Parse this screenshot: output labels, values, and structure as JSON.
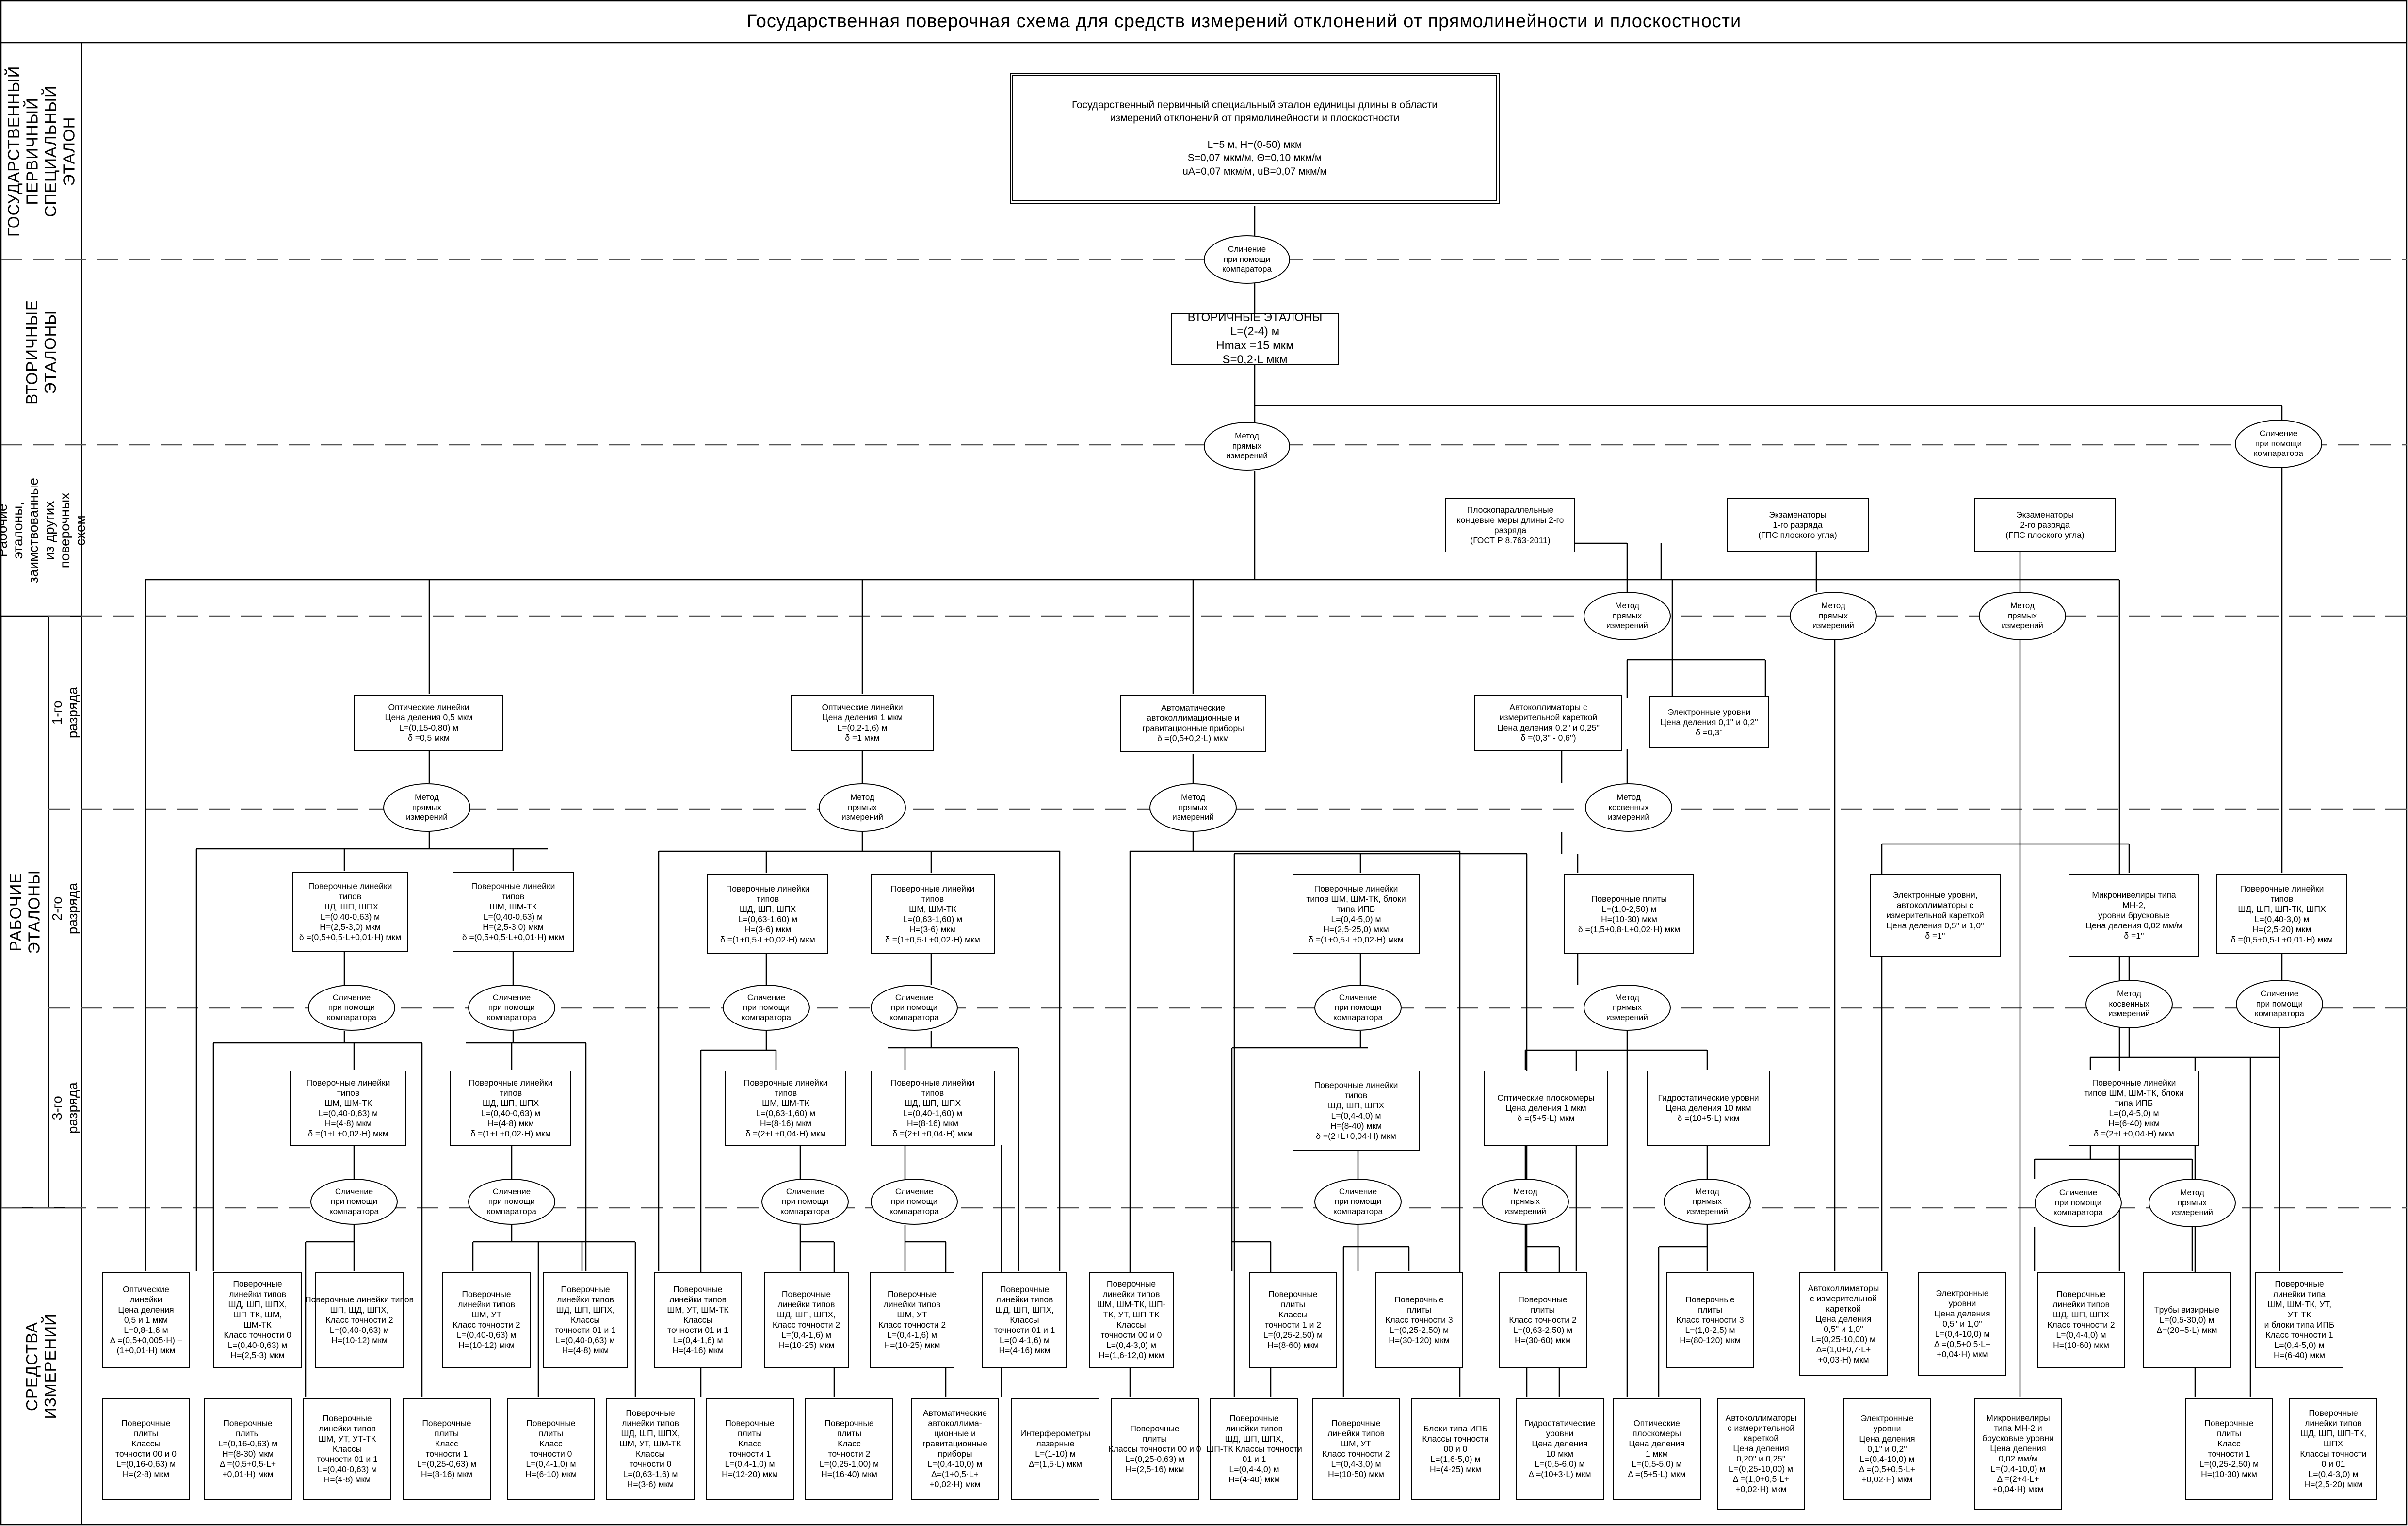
{
  "title": "Государственная поверочная схема для средств измерений отклонений от прямолинейности и плоскостности",
  "section_labels": {
    "primary": "ГОСУДАРСТВЕННЫЙ\nПЕРВИЧНЫЙ СПЕЦИАЛЬНЫЙ\nЭТАЛОН",
    "secondary": "ВТОРИЧНЫЕ ЭТАЛОНЫ",
    "borrowed": "Рабочие эталоны,\nзаимствованные\nиз других\nповерочных схем",
    "working": "РАБОЧИЕ ЭТАЛОНЫ",
    "rank1": "1-го разряда",
    "rank2": "2-го разряда",
    "rank3": "3-го разряда",
    "instruments": "СРЕДСТВА ИЗМЕРЕНИЙ"
  },
  "method_texts": {
    "comparator": [
      "Сличение",
      "при помощи",
      "компаратора"
    ],
    "direct": [
      "Метод",
      "прямых",
      "измерений"
    ],
    "indirect": [
      "Метод",
      "косвенных",
      "измерений"
    ]
  },
  "primary_standard": {
    "lines": [
      "Государственный первичный специальный эталон единицы длины в области",
      "измерений отклонений от прямолинейности и плоскостности",
      "",
      "L=5 м,    H=(0-50) мкм",
      "S=0,07 мкм/м,    Θ=0,10 мкм/м",
      "uA=0,07 мкм/м,   uB=0,07 мкм/м"
    ]
  },
  "secondary_standard": {
    "lines": [
      "ВТОРИЧНЫЕ  ЭТАЛОНЫ",
      "L=(2-4) м",
      "Hmax =15 мкм",
      "S=0,2·L мкм"
    ]
  },
  "borrowed_boxes": [
    {
      "id": "gauge-blocks",
      "lines": [
        "Плоскопараллельные",
        "концевые меры длины 2-го",
        "разряда",
        "(ГОСТ Р 8.763-2011)"
      ]
    },
    {
      "id": "exam-1",
      "lines": [
        "Экзаменаторы",
        "1-го разряда",
        "(ГПС плоского угла)"
      ]
    },
    {
      "id": "exam-2",
      "lines": [
        "Экзаменаторы",
        "2-го разряда",
        "(ГПС плоского угла)"
      ]
    }
  ],
  "rank1_boxes": [
    {
      "id": "opt-ruler-05",
      "lines": [
        "Оптические линейки",
        "Цена деления 0,5 мкм",
        "L=(0,15-0,80) м",
        "δ =0,5 мкм"
      ]
    },
    {
      "id": "opt-ruler-1",
      "lines": [
        "Оптические линейки",
        "Цена деления 1 мкм",
        "L=(0,2-1,6) м",
        "δ =1 мкм"
      ]
    },
    {
      "id": "autocoll-1",
      "lines": [
        "Автоматические",
        "автоколлимационные и",
        "гравитационные приборы",
        "δ =(0,5+0,2·L) мкм"
      ]
    },
    {
      "id": "autocoll-carriage-1",
      "lines": [
        "Автоколлиматоры с",
        "измерительной кареткой",
        "Цена деления 0,2'' и 0,25''",
        "δ =(0,3'' - 0,6'')"
      ]
    },
    {
      "id": "el-level-1",
      "lines": [
        "Электронные уровни",
        "Цена деления 0,1'' и 0,2''",
        "δ =0,3''"
      ]
    }
  ],
  "rank2_boxes": [
    {
      "id": "r2-a",
      "lines": [
        "Поверочные  линейки",
        "типов",
        "ШД, ШП, ШПХ",
        "L=(0,40-0,63) м",
        "H=(2,5-3,0) мкм",
        "δ =(0,5+0,5·L+0,01·H) мкм"
      ]
    },
    {
      "id": "r2-b",
      "lines": [
        "Поверочные  линейки",
        "типов",
        "ШМ, ШМ-ТК",
        "L=(0,40-0,63) м",
        "H=(2,5-3,0) мкм",
        "δ =(0,5+0,5·L+0,01·H) мкм"
      ]
    },
    {
      "id": "r2-c",
      "lines": [
        "Поверочные  линейки",
        "типов",
        "ШД, ШП, ШПХ",
        "L=(0,63-1,60) м",
        "H=(3-6) мкм",
        "δ =(1+0,5·L+0,02·H) мкм"
      ]
    },
    {
      "id": "r2-d",
      "lines": [
        "Поверочные  линейки",
        "типов",
        "ШМ, ШМ-ТК",
        "L=(0,63-1,60) м",
        "H=(3-6) мкм",
        "δ =(1+0,5·L+0,02·H) мкм"
      ]
    },
    {
      "id": "r2-e",
      "lines": [
        "Поверочные  линейки",
        "типов  ШМ, ШМ-ТК, блоки",
        "типа ИПБ",
        "L=(0,4-5,0) м",
        "H=(2,5-25,0) мкм",
        "δ =(1+0,5·L+0,02·H) мкм"
      ]
    },
    {
      "id": "r2-f",
      "lines": [
        "Поверочные плиты",
        "L=(1,0-2,50) м",
        "H=(10-30) мкм",
        "δ =(1,5+0,8·L+0,02·H) мкм"
      ]
    },
    {
      "id": "r2-g",
      "lines": [
        "Электронные уровни,",
        "автоколлиматоры с",
        "измерительной кареткой",
        "Цена деления 0,5'' и 1,0''",
        "δ =1''"
      ]
    },
    {
      "id": "r2-h",
      "lines": [
        "Микронивелиры типа",
        "МН-2,",
        "уровни брусковые",
        "Цена деления 0,02 мм/м",
        "δ =1''"
      ]
    },
    {
      "id": "r2-i",
      "lines": [
        "Поверочные  линейки",
        "типов",
        "ШД, ШП, ШП-ТК, ШПХ",
        "L=(0,40-3,0) м",
        "H=(2,5-20) мкм",
        "δ =(0,5+0,5·L+0,01·H) мкм"
      ]
    }
  ],
  "rank3_boxes": [
    {
      "id": "r3-a",
      "lines": [
        "Поверочные линейки",
        "типов",
        "ШМ, ШМ-ТК",
        "L=(0,40-0,63) м",
        "H=(4-8) мкм",
        "δ =(1+L+0,02·H) мкм"
      ]
    },
    {
      "id": "r3-b",
      "lines": [
        "Поверочные линейки",
        "типов",
        "ШД, ШП, ШПХ",
        "L=(0,40-0,63) м",
        "H=(4-8) мкм",
        "δ =(1+L+0,02·H) мкм"
      ]
    },
    {
      "id": "r3-c",
      "lines": [
        "Поверочные линейки",
        "типов",
        "ШМ, ШМ-ТК",
        "L=(0,63-1,60) м",
        "H=(8-16) мкм",
        "δ =(2+L+0,04·H) мкм"
      ]
    },
    {
      "id": "r3-d",
      "lines": [
        "Поверочные линейки",
        "типов",
        "ШД, ШП, ШПХ",
        "L=(0,40-1,60) м",
        "H=(8-16) мкм",
        "δ =(2+L+0,04·H) мкм"
      ]
    },
    {
      "id": "r3-e",
      "lines": [
        "Поверочные линейки",
        "типов",
        "ШД, ШП, ШПХ",
        "L=(0,4-4,0) м",
        "H=(8-40) мкм",
        "δ =(2+L+0,04·H) мкм"
      ]
    },
    {
      "id": "r3-f",
      "lines": [
        "Оптические плоскомеры",
        "Цена деления 1 мкм",
        "δ =(5+5·L) мкм"
      ]
    },
    {
      "id": "r3-g",
      "lines": [
        "Гидростатические уровни",
        "Цена деления 10 мкм",
        "δ =(10+5·L) мкм"
      ]
    },
    {
      "id": "r3-h",
      "lines": [
        "Поверочные  линейки",
        "типов  ШМ, ШМ-ТК, блоки",
        "типа ИПБ",
        "L=(0,4-5,0) м",
        "H=(6-40) мкм",
        "δ =(2+L+0,04·H) мкм"
      ]
    }
  ],
  "instruments_row1": [
    {
      "id": "i1-a",
      "lines": [
        "Оптические",
        "линейки",
        "Цена деления",
        "0,5 и 1 мкм",
        "L=0,8-1,6 м",
        "Δ =(0,5+0,005·H) –",
        "(1+0,01·H) мкм"
      ]
    },
    {
      "id": "i1-b",
      "lines": [
        "Поверочные",
        "линейки типов",
        "ШД, ШП, ШПХ,",
        "ШП-ТК, ШМ,",
        "ШМ-ТК",
        "Класс  точности 0",
        "L=(0,40-0,63) м",
        "H=(2,5-3) мкм"
      ]
    },
    {
      "id": "i1-c",
      "lines": [
        "Поверочные линейки типов",
        "ШП, ШД, ШПХ,",
        "Класс точности 2",
        "L=(0,40-0,63) м",
        "H=(10-12) мкм"
      ]
    },
    {
      "id": "i1-d",
      "lines": [
        "Поверочные",
        "линейки типов",
        "ШМ, УТ",
        "Класс точности 2",
        "L=(0,40-0,63) м",
        "H=(10-12) мкм"
      ]
    },
    {
      "id": "i1-e",
      "lines": [
        "Поверочные",
        "линейки типов",
        "ШД, ШП, ШПХ,",
        "Классы",
        "точности 01 и 1",
        "L=(0,40-0,63) м",
        "H=(4-8) мкм"
      ]
    },
    {
      "id": "i1-f",
      "lines": [
        "Поверочные",
        "линейки типов",
        "ШМ, УТ, ШМ-ТК",
        "Классы",
        "точности 01 и 1",
        "L=(0,4-1,6) м",
        "H=(4-16) мкм"
      ]
    },
    {
      "id": "i1-g",
      "lines": [
        "Поверочные",
        "линейки типов",
        "ШД, ШП, ШПХ,",
        "Класс точности 2",
        "L=(0,4-1,6) м",
        "H=(10-25) мкм"
      ]
    },
    {
      "id": "i1-h",
      "lines": [
        "Поверочные",
        "линейки типов",
        "ШМ, УТ",
        "Класс точности 2",
        "L=(0,4-1,6) м",
        "H=(10-25) мкм"
      ]
    },
    {
      "id": "i1-i",
      "lines": [
        "Поверочные",
        "линейки типов",
        "ШД, ШП, ШПХ,",
        "Классы",
        "точности 01 и 1",
        "L=(0,4-1,6) м",
        "H=(4-16) мкм"
      ]
    },
    {
      "id": "i1-j",
      "lines": [
        "Поверочные",
        "линейки типов",
        "ШМ, ШМ-ТК, ШП-",
        "ТК, УТ, ШП-ТК",
        "Классы",
        "точности 00 и 0",
        "L=(0,4-3,0) м",
        "H=(1,6-12,0) мкм"
      ]
    },
    {
      "id": "i1-k",
      "lines": [
        "Поверочные",
        "плиты",
        "Классы",
        "точности 1 и 2",
        "L=(0,25-2,50) м",
        "H=(8-60) мкм"
      ]
    },
    {
      "id": "i1-l",
      "lines": [
        "Поверочные",
        "плиты",
        "Класс точности 3",
        "L=(0,25-2,50) м",
        "H=(30-120) мкм"
      ]
    },
    {
      "id": "i1-m",
      "lines": [
        "Поверочные",
        "плиты",
        "Класс точности 2",
        "L=(0,63-2,50) м",
        "H=(30-60) мкм"
      ]
    },
    {
      "id": "i1-n",
      "lines": [
        "Поверочные",
        "плиты",
        "Класс точности 3",
        "L=(1,0-2,5) м",
        "H=(80-120) мкм"
      ]
    },
    {
      "id": "i1-o",
      "lines": [
        "Автоколлиматоры",
        "с измерительной",
        "кареткой",
        "Цена деления",
        "0,5'' и 1,0''",
        "L=(0,25-10,00) м",
        "Δ=(1,0+0,7·L+",
        "+0,03·H) мкм"
      ]
    },
    {
      "id": "i1-p",
      "lines": [
        "Электронные",
        "уровни",
        "Цена деления",
        "0,5'' и 1,0''",
        "L=(0,4-10,0) м",
        "Δ =(0,5+0,5·L+",
        "+0,04·H) мкм"
      ]
    },
    {
      "id": "i1-q",
      "lines": [
        "Поверочные",
        "линейки типов",
        "ШД, ШП, ШПХ",
        "Класс точности 2",
        "L=(0,4-4,0) м",
        "H=(10-60) мкм"
      ]
    },
    {
      "id": "i1-r",
      "lines": [
        "Трубы визирные",
        "L=(0,5-30,0) м",
        "Δ=(20+5·L) мкм"
      ]
    },
    {
      "id": "i1-s",
      "lines": [
        "Поверочные",
        "линейки типа",
        "ШМ, ШМ-ТК, УТ,",
        "УТ-ТК",
        "и блоки типа ИПБ",
        "Класс точности 1",
        "L=(0,4-5,0) м",
        "H=(6-40) мкм"
      ]
    }
  ],
  "instruments_row2": [
    {
      "id": "i2-a",
      "lines": [
        "Поверочные",
        "плиты",
        "Классы",
        "точности 00 и 0",
        "L=(0,16-0,63) м",
        "H=(2-8) мкм"
      ]
    },
    {
      "id": "i2-b",
      "lines": [
        "Поверочные",
        "плиты",
        "L=(0,16-0,63) м",
        "H=(8-30) мкм",
        "Δ =(0,5+0,5·L+",
        "+0,01·H) мкм"
      ]
    },
    {
      "id": "i2-c",
      "lines": [
        "Поверочные",
        "линейки типов",
        "ШМ, УТ, УТ-ТК",
        "Классы",
        "точности 01 и 1",
        "L=(0,40-0,63) м",
        "H=(4-8) мкм"
      ]
    },
    {
      "id": "i2-d",
      "lines": [
        "Поверочные",
        "плиты",
        "Класс",
        "точности 1",
        "L=(0,25-0,63) м",
        "H=(8-16) мкм"
      ]
    },
    {
      "id": "i2-e",
      "lines": [
        "Поверочные",
        "плиты",
        "Класс",
        "точности 0",
        "L=(0,4-1,0) м",
        "H=(6-10) мкм"
      ]
    },
    {
      "id": "i2-f",
      "lines": [
        "Поверочные",
        "линейки типов",
        "ШД, ШП, ШПХ,",
        "ШМ, УТ, ШМ-ТК",
        "Классы",
        "точности 0",
        "L=(0,63-1,6) м",
        "H=(3-6) мкм"
      ]
    },
    {
      "id": "i2-g",
      "lines": [
        "Поверочные",
        "плиты",
        "Класс",
        "точности 1",
        "L=(0,4-1,0) м",
        "H=(12-20) мкм"
      ]
    },
    {
      "id": "i2-h",
      "lines": [
        "Поверочные",
        "плиты",
        "Класс",
        "точности 2",
        "L=(0,25-1,00) м",
        "H=(16-40) мкм"
      ]
    },
    {
      "id": "i2-i",
      "lines": [
        "Автоматические",
        "автоколлима-",
        "ционные и",
        "гравитационные",
        "приборы",
        "L=(0,4-10,0) м",
        "Δ=(1+0,5·L+",
        "+0,02·H) мкм"
      ]
    },
    {
      "id": "i2-j",
      "lines": [
        "Интерферометры",
        "лазерные",
        "L=(1-10) м",
        "Δ=(1,5·L) мкм"
      ]
    },
    {
      "id": "i2-k",
      "lines": [
        "Поверочные",
        "плиты",
        "Классы точности 00 и 0",
        "L=(0,25-0,63) м",
        "H=(2,5-16) мкм"
      ]
    },
    {
      "id": "i2-l",
      "lines": [
        "Поверочные",
        "линейки типов",
        "ШД, ШП, ШПХ,",
        "ШП-ТК Классы точности",
        "01 и 1",
        "L=(0,4-4,0) м",
        "H=(4-40) мкм"
      ]
    },
    {
      "id": "i2-m",
      "lines": [
        "Поверочные",
        "линейки типов",
        "ШМ, УТ",
        "Класс точности 2",
        "L=(0,4-3,0) м",
        "H=(10-50) мкм"
      ]
    },
    {
      "id": "i2-n",
      "lines": [
        "Блоки типа ИПБ",
        "Классы точности",
        "00 и 0",
        "L=(1,6-5,0) м",
        "H=(4-25) мкм"
      ]
    },
    {
      "id": "i2-o",
      "lines": [
        "Гидростатические",
        "уровни",
        "Цена деления",
        "10 мкм",
        "L=(0,5-6,0) м",
        "Δ =(10+3·L) мкм"
      ]
    },
    {
      "id": "i2-p",
      "lines": [
        "Оптические",
        "плоскомеры",
        "Цена деления",
        "1 мкм",
        "L=(0,5-5,0) м",
        "Δ =(5+5·L) мкм"
      ]
    },
    {
      "id": "i2-q",
      "lines": [
        "Автоколлиматоры",
        "с измерительной",
        "кареткой",
        "Цена деления",
        "0,20'' и 0,25''",
        "L=(0,25-10,00) м",
        "Δ =(1,0+0,5·L+",
        "+0,02·H) мкм"
      ]
    },
    {
      "id": "i2-r",
      "lines": [
        "Электронные",
        "уровни",
        "Цена деления",
        "0,1'' и 0,2''",
        "L=(0,4-10,0) м",
        "Δ =(0,5+0,5·L+",
        "+0,02·H) мкм"
      ]
    },
    {
      "id": "i2-s",
      "lines": [
        "Микронивелиры",
        "типа МН-2 и",
        "брусковые уровни",
        "Цена деления",
        "0,02 мм/м",
        "L=(0,4-10,0) м",
        "Δ =(2+4·L+",
        "+0,04·H) мкм"
      ]
    },
    {
      "id": "i2-t",
      "lines": [
        "Поверочные",
        "плиты",
        "Класс",
        "точности 1",
        "L=(0,25-2,50) м",
        "H=(10-30) мкм"
      ]
    },
    {
      "id": "i2-u",
      "lines": [
        "Поверочные",
        "линейки типов",
        "ШД, ШП, ШП-ТК,",
        "ШПХ",
        "Классы точности",
        "0 и 01",
        "L=(0,4-3,0) м",
        "H=(2,5-20) мкм"
      ]
    }
  ]
}
